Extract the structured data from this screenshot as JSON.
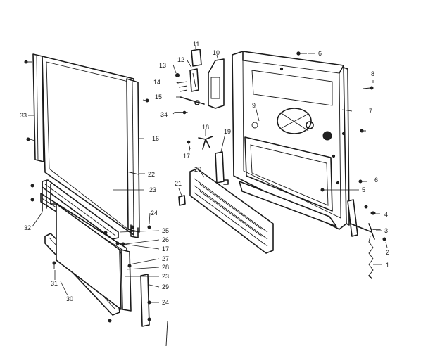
{
  "callouts": [
    {
      "id": "c1",
      "text": "1"
    },
    {
      "id": "c2",
      "text": "2"
    },
    {
      "id": "c3",
      "text": "3"
    },
    {
      "id": "c4",
      "text": "4"
    },
    {
      "id": "c5",
      "text": "5"
    },
    {
      "id": "c6a",
      "text": "6"
    },
    {
      "id": "c6b",
      "text": "6"
    },
    {
      "id": "c7",
      "text": "7"
    },
    {
      "id": "c8",
      "text": "8"
    },
    {
      "id": "c9",
      "text": "9"
    },
    {
      "id": "c10",
      "text": "10"
    },
    {
      "id": "c11",
      "text": "11"
    },
    {
      "id": "c12",
      "text": "12"
    },
    {
      "id": "c13",
      "text": "13"
    },
    {
      "id": "c14",
      "text": "14"
    },
    {
      "id": "c15",
      "text": "15"
    },
    {
      "id": "c16",
      "text": "16"
    },
    {
      "id": "c17a",
      "text": "17"
    },
    {
      "id": "c17b",
      "text": "17"
    },
    {
      "id": "c18",
      "text": "18"
    },
    {
      "id": "c19",
      "text": "19"
    },
    {
      "id": "c20",
      "text": "20"
    },
    {
      "id": "c21",
      "text": "21"
    },
    {
      "id": "c22",
      "text": "22"
    },
    {
      "id": "c23a",
      "text": "23"
    },
    {
      "id": "c23b",
      "text": "23"
    },
    {
      "id": "c24a",
      "text": "24"
    },
    {
      "id": "c24b",
      "text": "24"
    },
    {
      "id": "c25",
      "text": "25"
    },
    {
      "id": "c26",
      "text": "26"
    },
    {
      "id": "c27",
      "text": "27"
    },
    {
      "id": "c28",
      "text": "28"
    },
    {
      "id": "c29",
      "text": "29"
    },
    {
      "id": "c30",
      "text": "30"
    },
    {
      "id": "c31",
      "text": "31"
    },
    {
      "id": "c32",
      "text": "32"
    },
    {
      "id": "c33",
      "text": "33"
    },
    {
      "id": "c34",
      "text": "34"
    }
  ]
}
